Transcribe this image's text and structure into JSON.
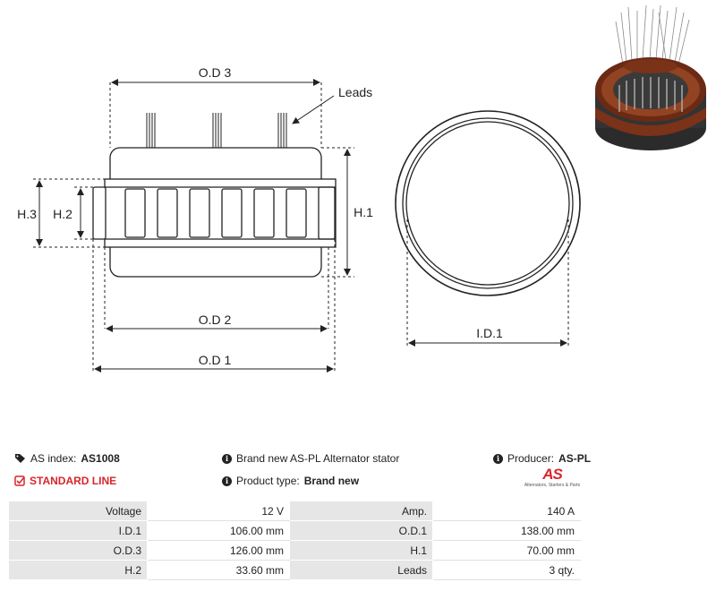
{
  "labels": {
    "od3": "O.D 3",
    "leads": "Leads",
    "h3": "H.3",
    "h2": "H.2",
    "h1": "H.1",
    "od2": "O.D 2",
    "od1": "O.D 1",
    "id1": "I.D.1"
  },
  "info": {
    "as_index_label": "AS index:",
    "as_index_value": "AS1008",
    "standard_line": "STANDARD LINE",
    "description": "Brand new AS-PL Alternator stator",
    "product_type_label": "Product type:",
    "product_type_value": "Brand new",
    "producer_label": "Producer:",
    "producer_value": "AS-PL"
  },
  "logo": {
    "mark": "AS",
    "subtitle": "Alternators, Starters & Parts"
  },
  "specs": [
    {
      "k1": "Voltage",
      "v1": "12 V",
      "k2": "Amp.",
      "v2": "140 A"
    },
    {
      "k1": "I.D.1",
      "v1": "106.00 mm",
      "k2": "O.D.1",
      "v2": "138.00 mm"
    },
    {
      "k1": "O.D.3",
      "v1": "126.00 mm",
      "k2": "H.1",
      "v2": "70.00 mm"
    },
    {
      "k1": "H.2",
      "v1": "33.60 mm",
      "k2": "Leads",
      "v2": "3 qty."
    }
  ],
  "colors": {
    "accent_red": "#d7262d",
    "table_key_bg": "#e6e6e6"
  }
}
